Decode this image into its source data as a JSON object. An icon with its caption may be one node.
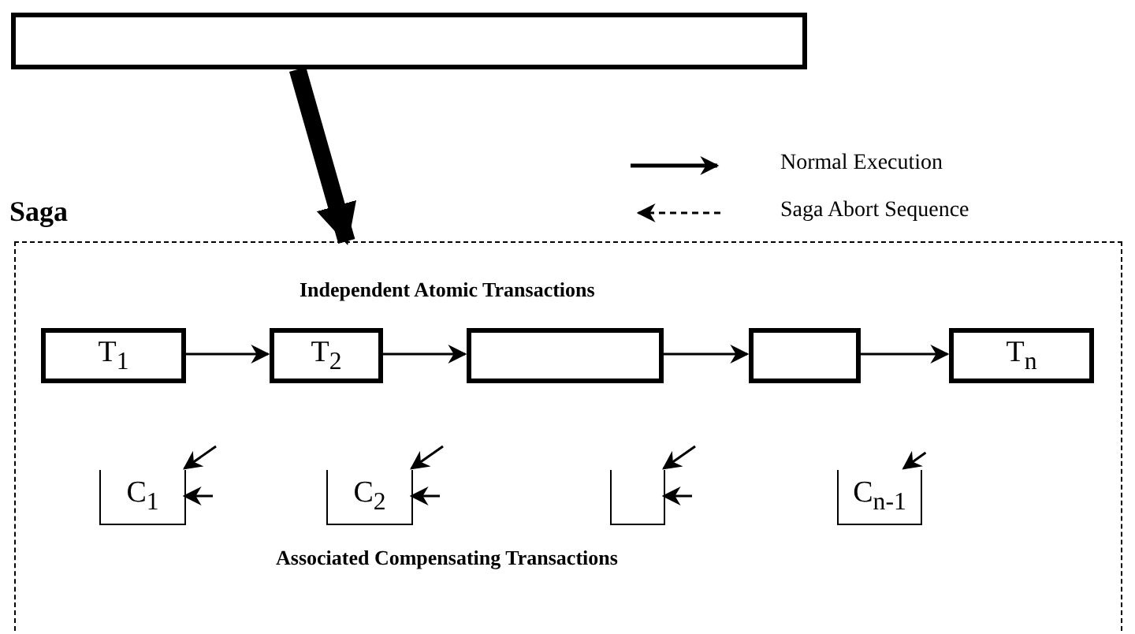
{
  "diagram": {
    "nodes": [
      {
        "text": [],
        "shape": "box"
      },
      {
        "text": [
          "Saga"
        ]
      },
      {
        "text": [
          "T$_{1}$"
        ],
        "in": 1
      },
      {
        "text": [
          "T$_{2}$"
        ],
        "in": 1
      },
      {
        "text": [],
        "shape": "box",
        "in": 1
      },
      {
        "text": [],
        "shape": "box",
        "in": 1
      },
      {
        "text": [
          "T$_{n}$"
        ],
        "in": 1
      },
      {
        "text": [
          "C$_{1}$"
        ],
        "in": 1
      },
      {
        "text": [
          "C$_{2}$"
        ],
        "in": 1
      },
      {
        "text": [],
        "shape": "box",
        "in": 1
      },
      {
        "text": [
          "C$_{n-1}$"
        ],
        "in": 1
      }
    ],
    "edges": [
      {
        "from": 0,
        "to": 1,
        "arrow": "to",
        "style": "thick"
      },
      {
        "from": 2,
        "to": 3,
        "arrow": "to"
      },
      {
        "from": 3,
        "to": 4,
        "arrow": "to"
      },
      {
        "from": 4,
        "to": 5,
        "arrow": "to"
      },
      {
        "from": 5,
        "to": 6,
        "arrow": "to"
      },
      {
        "from": null,
        "to": 7,
        "arrow": "to"
      },
      {
        "from": null,
        "to": 7,
        "arrow": "to"
      },
      {
        "from": null,
        "to": 8,
        "arrow": "to"
      },
      {
        "from": null,
        "to": 8,
        "arrow": "to"
      },
      {
        "from": null,
        "to": 9,
        "arrow": "to"
      },
      {
        "from": null,
        "to": 9,
        "arrow": "to"
      },
      {
        "from": null,
        "to": 10,
        "arrow": "to"
      }
    ],
    "labels": [
      "Independent Atomic Transactions",
      "Associated Compensating Transactions"
    ],
    "legend": [
      {
        "text": "Normal Execution"
      },
      {
        "text": "Saga Abort Sequence"
      }
    ]
  }
}
